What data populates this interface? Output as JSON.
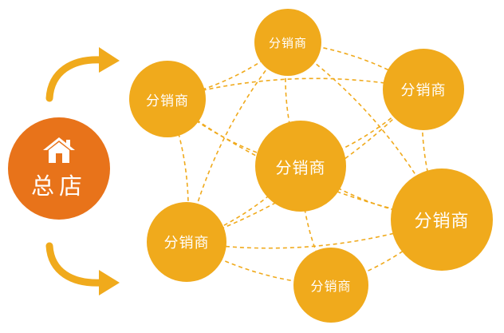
{
  "headquarters": {
    "label": "总店",
    "icon": "house-icon",
    "color": "#e8731a"
  },
  "distributors": [
    {
      "id": "d1",
      "label": "分销商"
    },
    {
      "id": "d2",
      "label": "分销商"
    },
    {
      "id": "d3",
      "label": "分销商"
    },
    {
      "id": "d4",
      "label": "分销商"
    },
    {
      "id": "d5",
      "label": "分销商"
    },
    {
      "id": "d6",
      "label": "分销商"
    },
    {
      "id": "d7",
      "label": "分销商"
    }
  ],
  "links": [
    [
      "d1",
      "d2"
    ],
    [
      "d1",
      "d3"
    ],
    [
      "d1",
      "d4"
    ],
    [
      "d1",
      "d6"
    ],
    [
      "d1",
      "d5"
    ],
    [
      "d2",
      "d3"
    ],
    [
      "d2",
      "d4"
    ],
    [
      "d2",
      "d5"
    ],
    [
      "d2",
      "d6"
    ],
    [
      "d3",
      "d4"
    ],
    [
      "d3",
      "d5"
    ],
    [
      "d3",
      "d6"
    ],
    [
      "d4",
      "d5"
    ],
    [
      "d4",
      "d6"
    ],
    [
      "d4",
      "d7"
    ],
    [
      "d5",
      "d6"
    ],
    [
      "d6",
      "d7"
    ],
    [
      "d5",
      "d7"
    ]
  ],
  "colors": {
    "distributor": "#f0aa1c",
    "headquarters": "#e8731a",
    "link": "#f0aa1c",
    "arrow": "#f0aa1c"
  }
}
